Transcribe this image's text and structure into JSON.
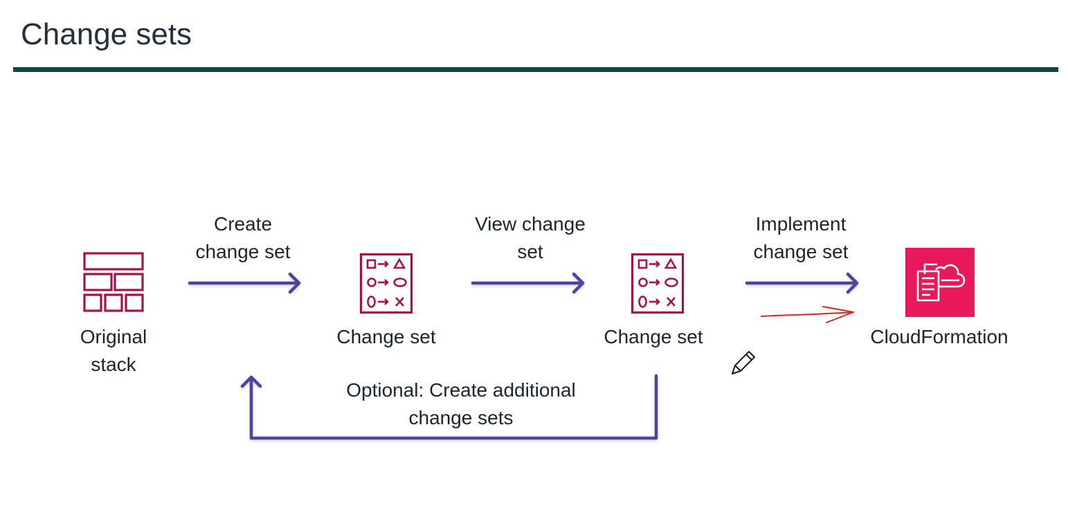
{
  "title": "Change sets",
  "nodes": {
    "original_stack": {
      "line1": "Original",
      "line2": "stack",
      "icon": "stack-icon"
    },
    "change_set_1": {
      "label": "Change set",
      "icon": "change-set-icon"
    },
    "change_set_2": {
      "label": "Change set",
      "icon": "change-set-icon"
    },
    "cloudformation": {
      "label": "CloudFormation",
      "icon": "cloudformation-icon"
    }
  },
  "edges": {
    "create": {
      "line1": "Create",
      "line2": "change set"
    },
    "view": {
      "line1": "View change",
      "line2": "set"
    },
    "implement": {
      "line1": "Implement",
      "line2": "change set"
    },
    "optional": {
      "line1": "Optional: Create additional",
      "line2": "change sets"
    }
  },
  "annotations": {
    "pencil": "pencil-cursor-icon",
    "red_arrow": "hand-drawn-arrow"
  },
  "colors": {
    "title_rule": "#0a4a4a",
    "icon_magenta": "#a3134a",
    "arrow_purple": "#4b44a0",
    "cloudformation_bg": "#e7195a",
    "annotation_red": "#e8211f"
  }
}
